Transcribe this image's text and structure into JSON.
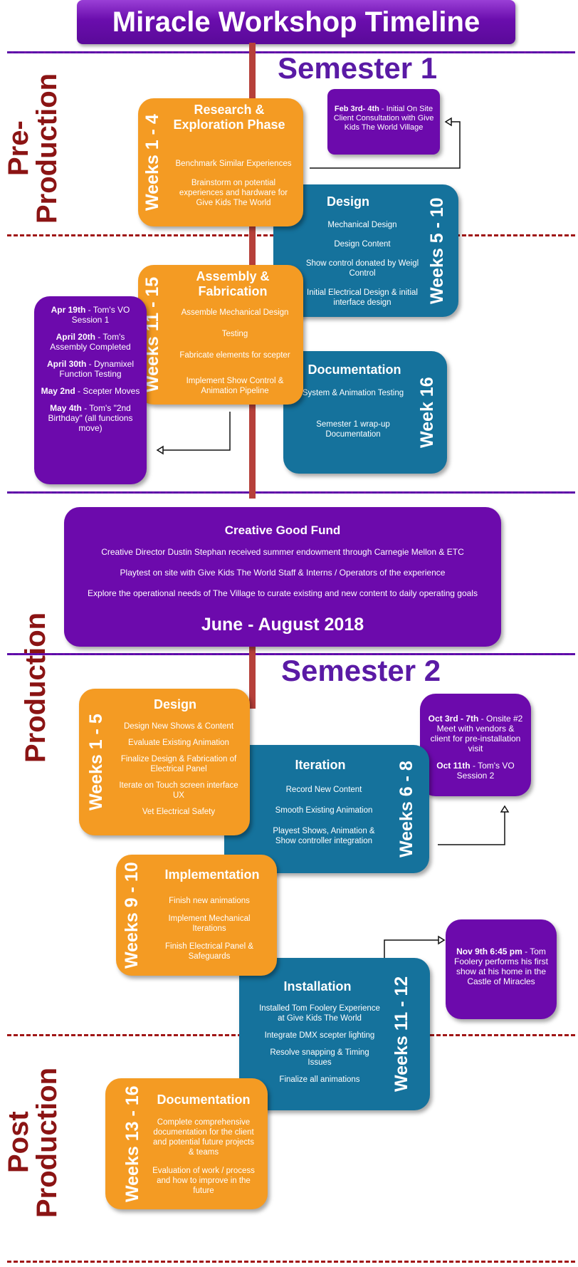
{
  "title": "Miracle Workshop Timeline",
  "phases": {
    "pre": "Pre-\nProduction",
    "production": "Production",
    "post": "Post\nProduction"
  },
  "semesters": {
    "s1": "Semester 1",
    "s2": "Semester 2"
  },
  "s1": {
    "research": {
      "weeks": "Weeks 1 - 4",
      "title": "Research & Exploration Phase",
      "items": [
        "Benchmark Similar Experiences",
        "Brainstorm on potential experiences and hardware for Give Kids The World"
      ]
    },
    "design": {
      "weeks": "Weeks 5 - 10",
      "title": "Design",
      "items": [
        "Mechanical Design",
        "Design Content",
        "Show control donated by Weigl Control",
        "Initial Electrical Design & initial interface design"
      ]
    },
    "assembly": {
      "weeks": "Weeks 11 - 15",
      "title": "Assembly & Fabrication",
      "items": [
        "Assemble Mechanical Design",
        "Testing",
        "Fabricate elements for scepter",
        "Implement Show Control & Animation Pipeline"
      ]
    },
    "documentation": {
      "weeks": "Week 16",
      "title": "Documentation",
      "items": [
        "System & Animation Testing",
        "Semester 1 wrap-up Documentation"
      ]
    },
    "note_feb": {
      "date": "Feb 3rd- 4th",
      "text": " - Initial On Site Client Consultation with Give Kids The World Village"
    },
    "note_apr": [
      {
        "date": "Apr 19th",
        "text": " - Tom's VO Session 1"
      },
      {
        "date": "April 20th",
        "text": " - Tom's Assembly Completed"
      },
      {
        "date": "April 30th",
        "text": " - Dynamixel Function Testing"
      },
      {
        "date": "May 2nd",
        "text": " - Scepter Moves"
      },
      {
        "date": "May 4th",
        "text": " - Tom's \"2nd Birthday\" (all functions move)"
      }
    ]
  },
  "cgf": {
    "title": "Creative Good Fund",
    "items": [
      "Creative Director Dustin Stephan received summer endowment through Carnegie Mellon & ETC",
      "Playtest on site with Give Kids The World Staff & Interns / Operators of the experience",
      "Explore the operational needs of The Village to curate existing and new content to daily operating goals"
    ],
    "dates": "June - August 2018"
  },
  "s2": {
    "design": {
      "weeks": "Weeks 1 - 5",
      "title": "Design",
      "items": [
        "Design New Shows & Content",
        "Evaluate Existing Animation",
        "Finalize Design & Fabrication of Electrical Panel",
        "Iterate on Touch screen interface UX",
        "Vet Electrical Safety"
      ]
    },
    "iteration": {
      "weeks": "Weeks 6 - 8",
      "title": "Iteration",
      "items": [
        "Record New Content",
        "Smooth Existing Animation",
        "Playest Shows, Animation & Show controller integration"
      ]
    },
    "implementation": {
      "weeks": "Weeks 9 - 10",
      "title": "Implementation",
      "items": [
        "Finish new animations",
        "Implement Mechanical Iterations",
        "Finish Electrical Panel & Safeguards"
      ]
    },
    "installation": {
      "weeks": "Weeks 11 - 12",
      "title": "Installation",
      "items": [
        "Installed Tom Foolery Experience at Give Kids The World",
        "Integrate DMX scepter lighting",
        "Resolve snapping & Timing Issues",
        "Finalize all animations"
      ]
    },
    "documentation": {
      "weeks": "Weeks 13 - 16",
      "title": "Documentation",
      "items": [
        "Complete comprehensive documentation for the client and potential future projects & teams",
        "Evaluation of work  / process and how to improve in the future"
      ]
    },
    "note_oct": [
      {
        "date": "Oct 3rd - 7th",
        "text": " - Onsite #2 Meet with vendors & client for pre-installation visit"
      },
      {
        "date": "Oct 11th",
        "text": " - Tom's VO Session 2"
      }
    ],
    "note_nov": {
      "date": "Nov 9th 6:45 pm",
      "text": " - Tom Foolery performs his first show at his home in the Castle of Miracles"
    }
  },
  "colors": {
    "orange": "#f49b23",
    "teal": "#15729c",
    "purple": "#6c0aac",
    "phase_red": "#8b1414",
    "title_purple": "#6a0dad"
  }
}
